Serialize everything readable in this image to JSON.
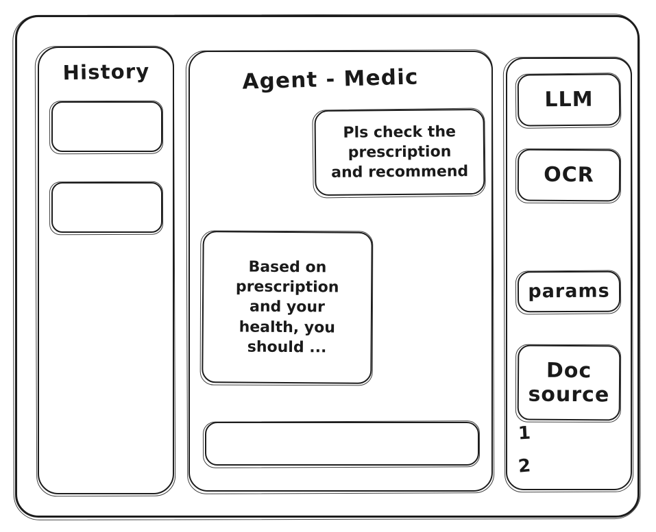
{
  "window": {
    "style": "hand-drawn-wireframe",
    "ink_color": "#1c1c1c",
    "background_color": "#ffffff"
  },
  "history": {
    "title": "History",
    "items": [
      {
        "label": ""
      },
      {
        "label": ""
      }
    ]
  },
  "agent": {
    "title": "Agent - Medic",
    "messages": [
      {
        "role": "user",
        "text": "Pls check the\nprescription\nand recommend"
      },
      {
        "role": "assistant",
        "text": "Based on\nprescription\nand your\nhealth, you\nshould ..."
      }
    ],
    "composer": {
      "value": "",
      "placeholder": ""
    }
  },
  "tools": {
    "buttons": [
      {
        "label": "LLM"
      },
      {
        "label": "OCR"
      },
      {
        "label": "params"
      },
      {
        "label": "Doc\nsource"
      }
    ],
    "doc_list": [
      {
        "label": "1"
      },
      {
        "label": "2"
      }
    ]
  }
}
